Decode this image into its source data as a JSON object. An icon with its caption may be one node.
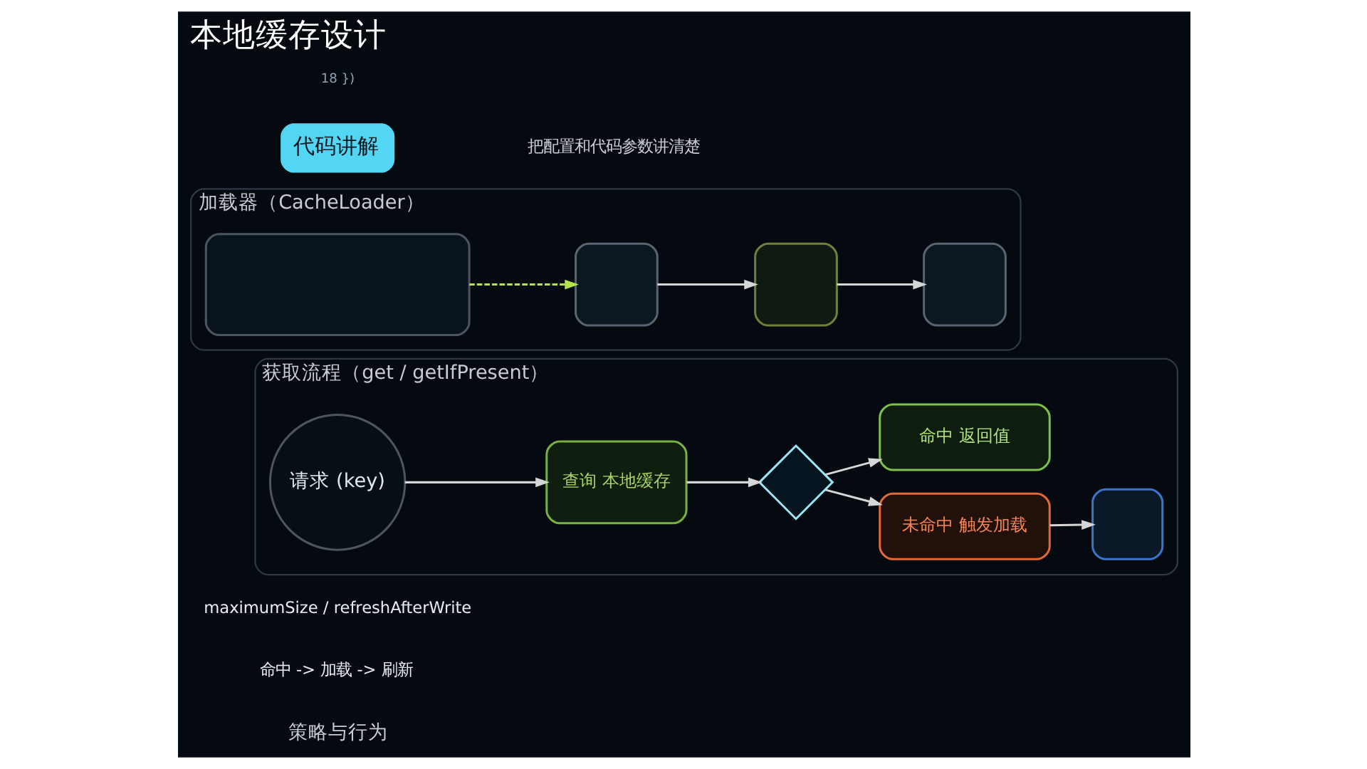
{
  "diagram": {
    "title": "本地缓存设计",
    "nodes": [
      {
        "text": [
          "加载器（CacheLoader）"
        ]
      },
      {
        "text": [],
        "shape": "box",
        "in": 0
      },
      {
        "text": [],
        "shape": "box",
        "in": 0
      },
      {
        "text": [],
        "shape": "box",
        "in": 0
      },
      {
        "text": [],
        "shape": "box",
        "in": 0
      },
      {
        "text": [
          "获取流程（get / getIfPresent）"
        ]
      },
      {
        "text": [
          "请求 (key)"
        ],
        "in": 5
      },
      {
        "text": [
          "查询 本地缓存"
        ],
        "in": 5
      },
      {
        "text": [],
        "shape": "diamond",
        "in": 5
      },
      {
        "text": [
          "命中 返回值"
        ],
        "in": 5
      },
      {
        "text": [
          "未命中 触发加载"
        ],
        "in": 5
      },
      {
        "text": [],
        "shape": "box",
        "in": 5
      }
    ],
    "edges": [
      {
        "from": 1,
        "to": 2,
        "arrow": "to",
        "style": "dashed",
        "color": "#b6e24c"
      },
      {
        "from": 2,
        "to": 3,
        "arrow": "to"
      },
      {
        "from": 3,
        "to": 4,
        "arrow": "to"
      },
      {
        "from": 6,
        "to": 7,
        "arrow": "to"
      },
      {
        "from": 7,
        "to": 8,
        "arrow": "to"
      },
      {
        "from": 8,
        "to": 9,
        "arrow": "to"
      },
      {
        "from": 8,
        "to": 10,
        "arrow": "to"
      },
      {
        "from": 10,
        "to": 11,
        "arrow": "to"
      }
    ],
    "labels": [
      "18 })",
      "代码讲解",
      "把配置和代码参数讲清楚",
      "maximumSize / refreshAfterWrite",
      "命中 -> 加载 -> 刷新",
      "策略与行为"
    ]
  }
}
